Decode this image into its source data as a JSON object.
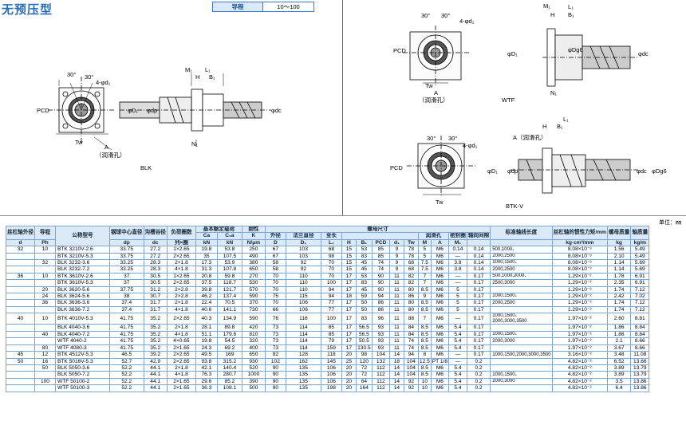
{
  "title": "无预压型",
  "lead_box": {
    "label": "导程",
    "value": "10～100"
  },
  "fig_labels": {
    "blk": "BLK",
    "wtf": "WTF",
    "btkv": "BTK-V",
    "unit": "单位：㎜",
    "ang30": "30°",
    "pcd": "PCD",
    "tw": "Tw",
    "a_oil": "A",
    "oil": "（润滑孔）",
    "d1": "4-φd₁",
    "phiD1": "φD₁",
    "phidp": "φdp",
    "phidc": "φdc",
    "phiDg6": "φDg6",
    "phiDg6b": "φDg6",
    "M1": "M₁",
    "L1": "L₁",
    "H": "H",
    "B1": "B₁",
    "N1": "N₁",
    "A_oil2": "A（润滑孔）"
  },
  "headers": {
    "shaft_dia": "丝杠轴外径",
    "lead": "导程",
    "model": "公称型号",
    "ball_center": "钢球中心直径",
    "groove_dia": "沟槽谷径",
    "loop": "负荷圈数",
    "rows": "列×圈",
    "load": "基本额定载荷",
    "stiff": "刚性",
    "nut_dims": "螺母尺寸",
    "outer": "外径",
    "flange": "法兰直径",
    "total_len": "全长",
    "oil_hole": "润滑孔",
    "seal": "密封圈",
    "shaft_axial": "轴向间隙",
    "std_len": "标准轴线长度",
    "inertia": "丝杠轴的惯性力矩/mm",
    "nut_mass": "螺母质量",
    "shaft_mass": "轴质量",
    "d": "d",
    "Ph": "Ph",
    "dp": "dp",
    "dc": "dc",
    "Ca": "Ca",
    "kN1": "kN",
    "C0a": "C₀a",
    "kN2": "kN",
    "K": "K",
    "Nmu": "N/μm",
    "D": "D",
    "D1": "D₁",
    "L1": "L₁",
    "H": "H",
    "B1": "B₁",
    "PCD": "PCD",
    "d1": "d₁",
    "Tw": "Tw",
    "Mh": "M",
    "A": "A",
    "M1": "M₁",
    "inertia_u": "kg·cm²/mm",
    "kg1": "kg",
    "kgm": "kg/m"
  },
  "rows": [
    {
      "d": "32",
      "ph": "10",
      "model": "BTK 3210V-2.6",
      "dp": "33.75",
      "dc": "27.2",
      "rows": "1×2.65",
      "ca": "19.8",
      "c0a": "53.8",
      "k": "250",
      "D": "67",
      "D1": "103",
      "L1": "68",
      "H": "15",
      "B1": "53",
      "PCD": "85",
      "d1": "9",
      "Tw": "78",
      "Mh": "5",
      "A": "M6",
      "M1": "0.14",
      "ax": "0.14",
      "len": "500,1000、",
      "inertia": "8.08×10⁻³",
      "nm": "1.56",
      "sm": "5.49"
    },
    {
      "d": "",
      "ph": "",
      "model": "BTK 3210V-5.3",
      "dp": "33.75",
      "dc": "27.2",
      "rows": "2×2.65",
      "ca": "35",
      "c0a": "107.5",
      "k": "490",
      "D": "67",
      "D1": "103",
      "L1": "98",
      "H": "15",
      "B1": "83",
      "PCD": "85",
      "d1": "9",
      "Tw": "78",
      "Mh": "5",
      "A": "M6",
      "M1": "—",
      "ax": "0.14",
      "len": "2000,2500",
      "inertia": "8.08×10⁻³",
      "nm": "2.10",
      "sm": "5.49"
    },
    {
      "d": "",
      "ph": "32",
      "model": "BLK 3232-3.6",
      "dp": "33.25",
      "dc": "28.3",
      "rows": "2×1.8",
      "ca": "17.3",
      "c0a": "53.9",
      "k": "380",
      "D": "58",
      "D1": "92",
      "L1": "70",
      "H": "15",
      "B1": "45",
      "PCD": "74",
      "d1": "9",
      "Tw": "68",
      "Mh": "7.5",
      "A": "M6",
      "M1": "3.8",
      "ax": "0.14",
      "len": "1000,1500、",
      "inertia": "8.08×10⁻³",
      "nm": "1.14",
      "sm": "5.69"
    },
    {
      "d": "",
      "ph": "",
      "model": "BLK 3232-7.2",
      "dp": "33.25",
      "dc": "28.3",
      "rows": "4×1.8",
      "ca": "31.3",
      "c0a": "107.8",
      "k": "650",
      "D": "58",
      "D1": "92",
      "L1": "70",
      "H": "15",
      "B1": "45",
      "PCD": "74",
      "d1": "9",
      "Tw": "68",
      "Mh": "7.5",
      "A": "M6",
      "M1": "3.8",
      "ax": "0.14",
      "len": "2000,2500",
      "inertia": "8.08×10⁻³",
      "nm": "1.14",
      "sm": "5.69"
    },
    {
      "d": "36",
      "ph": "10",
      "model": "BTK 3610V-2.6",
      "dp": "37",
      "dc": "30.5",
      "rows": "1×2.65",
      "ca": "20.8",
      "c0a": "59.8",
      "k": "270",
      "D": "70",
      "D1": "110",
      "L1": "70",
      "H": "17",
      "B1": "53",
      "PCD": "90",
      "d1": "11",
      "Tw": "82",
      "Mh": "7",
      "A": "M6",
      "M1": "—",
      "ax": "0.17",
      "len": "500,1000,2000、",
      "inertia": "1.29×10⁻²",
      "nm": "1.78",
      "sm": "6.91"
    },
    {
      "d": "",
      "ph": "",
      "model": "BTK 3610V-5.3",
      "dp": "37",
      "dc": "30.5",
      "rows": "2×2.65",
      "ca": "37.5",
      "c0a": "118.7",
      "k": "530",
      "D": "70",
      "D1": "110",
      "L1": "100",
      "H": "17",
      "B1": "83",
      "PCD": "90",
      "d1": "11",
      "Tw": "82",
      "Mh": "7",
      "A": "M6",
      "M1": "—",
      "ax": "0.17",
      "len": "2500,3000",
      "inertia": "1.29×10⁻²",
      "nm": "2.35",
      "sm": "6.91"
    },
    {
      "d": "",
      "ph": "20",
      "model": "BLK 3620-5.6",
      "dp": "37.75",
      "dc": "31.2",
      "rows": "2×2.8",
      "ca": "39.8",
      "c0a": "121.7",
      "k": "570",
      "D": "70",
      "D1": "110",
      "L1": "94",
      "H": "17",
      "B1": "45",
      "PCD": "90",
      "d1": "11",
      "Tw": "80",
      "Mh": "8.5",
      "A": "M6",
      "M1": "5",
      "ax": "0.17",
      "len": "",
      "inertia": "1.29×10⁻²",
      "nm": "1.74",
      "sm": "7.12"
    },
    {
      "d": "",
      "ph": "24",
      "model": "BLK 3624-5.6",
      "dp": "38",
      "dc": "30.7",
      "rows": "2×2.8",
      "ca": "46.2",
      "c0a": "137.4",
      "k": "590",
      "D": "75",
      "D1": "115",
      "L1": "94",
      "H": "18",
      "B1": "59",
      "PCD": "94",
      "d1": "11",
      "Tw": "86",
      "Mh": "9",
      "A": "M6",
      "M1": "5",
      "ax": "0.17",
      "len": "1000,1500、",
      "inertia": "1.29×10⁻²",
      "nm": "2.42",
      "sm": "7.02"
    },
    {
      "d": "",
      "ph": "36",
      "model": "BLK 3636-3.6",
      "dp": "37.4",
      "dc": "31.7",
      "rows": "2×1.8",
      "ca": "22.4",
      "c0a": "70.5",
      "k": "370",
      "D": "70",
      "D1": "106",
      "L1": "77",
      "H": "17",
      "B1": "50",
      "PCD": "86",
      "d1": "11",
      "Tw": "80",
      "Mh": "8.5",
      "A": "M6",
      "M1": "5",
      "ax": "0.17",
      "len": "2000,2500",
      "inertia": "1.29×10⁻²",
      "nm": "1.74",
      "sm": "7.12"
    },
    {
      "d": "",
      "ph": "",
      "model": "BLK 3636-7.2",
      "dp": "37.4",
      "dc": "31.7",
      "rows": "4×1.8",
      "ca": "40.6",
      "c0a": "141.1",
      "k": "730",
      "D": "66",
      "D1": "106",
      "L1": "77",
      "H": "17",
      "B1": "50",
      "PCD": "86",
      "d1": "11",
      "Tw": "80",
      "Mh": "8.5",
      "A": "M6",
      "M1": "5",
      "ax": "0.17",
      "len": "",
      "inertia": "1.29×10⁻²",
      "nm": "1.74",
      "sm": "7.12"
    },
    {
      "d": "40",
      "ph": "10",
      "model": "BTK 4010V-5.3",
      "dp": "41.75",
      "dc": "35.2",
      "rows": "2×2.65",
      "ca": "40.3",
      "c0a": "134.9",
      "k": "590",
      "D": "76",
      "D1": "116",
      "L1": "100",
      "H": "17",
      "B1": "83",
      "PCD": "96",
      "d1": "11",
      "Tw": "88",
      "Mh": "7",
      "A": "M6",
      "M1": "—",
      "ax": "0.17",
      "len": "1000,1500、2000,3000,3500",
      "inertia": "1.97×10⁻²",
      "nm": "2.60",
      "sm": "8.81"
    },
    {
      "d": "",
      "ph": "",
      "model": "BLK 4040-3.6",
      "dp": "41.75",
      "dc": "35.2",
      "rows": "2×1.8",
      "ca": "28.1",
      "c0a": "89.8",
      "k": "420",
      "D": "73",
      "D1": "114",
      "L1": "85",
      "H": "17",
      "B1": "56.5",
      "PCD": "93",
      "d1": "11",
      "Tw": "84",
      "Mh": "8.5",
      "A": "M6",
      "M1": "5.4",
      "ax": "0.17",
      "len": "",
      "inertia": "1.97×10⁻²",
      "nm": "1.86",
      "sm": "8.84"
    },
    {
      "d": "",
      "ph": "40",
      "model": "BLK 4040-7.2",
      "dp": "41.75",
      "dc": "35.2",
      "rows": "4×1.8",
      "ca": "51.1",
      "c0a": "179.6",
      "k": "810",
      "D": "73",
      "D1": "114",
      "L1": "85",
      "H": "17",
      "B1": "56.5",
      "PCD": "93",
      "d1": "11",
      "Tw": "84",
      "Mh": "8.5",
      "A": "M6",
      "M1": "5.4",
      "ax": "0.17",
      "len": "1000,1500、",
      "inertia": "1.97×10⁻²",
      "nm": "1.86",
      "sm": "8.84"
    },
    {
      "d": "",
      "ph": "",
      "model": "WTF 4040-2",
      "dp": "41.75",
      "dc": "35.2",
      "rows": "4×0.65",
      "ca": "19.8",
      "c0a": "54.5",
      "k": "320",
      "D": "73",
      "D1": "114",
      "L1": "79",
      "H": "17",
      "B1": "50.5",
      "PCD": "93",
      "d1": "11",
      "Tw": "74",
      "Mh": "8.5",
      "A": "M6",
      "M1": "5.4",
      "ax": "0.17",
      "len": "2000,3000",
      "inertia": "1.97×10⁻²",
      "nm": "2.1",
      "sm": "8.66"
    },
    {
      "d": "",
      "ph": "80",
      "model": "WTF 4080-3",
      "dp": "41.75",
      "dc": "35.2",
      "rows": "2×1.65",
      "ca": "24.3",
      "c0a": "69.2",
      "k": "400",
      "D": "73",
      "D1": "114",
      "L1": "159",
      "H": "17",
      "B1": "130.5",
      "PCD": "93",
      "d1": "11",
      "Tw": "74",
      "Mh": "8.5",
      "A": "M6",
      "M1": "5.4",
      "ax": "0.17",
      "len": "",
      "inertia": "1.97×10⁻²",
      "nm": "3.67",
      "sm": "8.66"
    },
    {
      "d": "45",
      "ph": "12",
      "model": "BTK 4512V-5.3",
      "dp": "46.5",
      "dc": "39.2",
      "rows": "2×2.65",
      "ca": "49.5",
      "c0a": "169",
      "k": "650",
      "D": "82",
      "D1": "128",
      "L1": "118",
      "H": "20",
      "B1": "98",
      "PCD": "104",
      "d1": "14",
      "Tw": "94",
      "Mh": "8",
      "A": "M6",
      "M1": "—",
      "ax": "0.17",
      "len": "1000,1500,2000,3000,3500",
      "inertia": "3.16×10⁻²",
      "nm": "3.48",
      "sm": "11.08"
    },
    {
      "d": "50",
      "ph": "16",
      "model": "BTK 5016V-5.3",
      "dp": "52.7",
      "dc": "42.9",
      "rows": "2×2.65",
      "ca": "93.8",
      "c0a": "315.2",
      "k": "930",
      "D": "102",
      "D1": "162",
      "L1": "145",
      "H": "25",
      "B1": "120",
      "PCD": "132",
      "d1": "18",
      "Tw": "104",
      "Mh": "12.5",
      "A": "PT 1/8",
      "M1": "—",
      "ax": "0.2",
      "len": "",
      "inertia": "4.82×10⁻²",
      "nm": "6.52",
      "sm": "13.66"
    },
    {
      "d": "",
      "ph": "50",
      "model": "BLK 5050-3.6",
      "dp": "52.2",
      "dc": "44.1",
      "rows": "2×1.8",
      "ca": "42.1",
      "c0a": "140.4",
      "k": "520",
      "D": "90",
      "D1": "135",
      "L1": "106",
      "H": "20",
      "B1": "72",
      "PCD": "112",
      "d1": "14",
      "Tw": "104",
      "Mh": "8.5",
      "A": "M6",
      "M1": "5.4",
      "ax": "0.2",
      "len": "",
      "inertia": "4.82×10⁻²",
      "nm": "3.89",
      "sm": "13.79"
    },
    {
      "d": "",
      "ph": "",
      "model": "BLK 5050-7.2",
      "dp": "52.2",
      "dc": "44.1",
      "rows": "4×1.8",
      "ca": "76.3",
      "c0a": "280.7",
      "k": "1000",
      "D": "90",
      "D1": "135",
      "L1": "106",
      "H": "20",
      "B1": "72",
      "PCD": "112",
      "d1": "14",
      "Tw": "104",
      "Mh": "8.5",
      "A": "M6",
      "M1": "5.4",
      "ax": "0.2",
      "len": "1000,1500、",
      "inertia": "4.82×10⁻²",
      "nm": "3.89",
      "sm": "13.79"
    },
    {
      "d": "",
      "ph": "100",
      "model": "WTF 50100-2",
      "dp": "52.2",
      "dc": "44.1",
      "rows": "2×1.65",
      "ca": "29.6",
      "c0a": "85.2",
      "k": "390",
      "D": "90",
      "D1": "135",
      "L1": "106",
      "H": "20",
      "B1": "64",
      "PCD": "112",
      "d1": "14",
      "Tw": "92",
      "Mh": "10",
      "A": "M6",
      "M1": "5.4",
      "ax": "0.2",
      "len": "2000,3000",
      "inertia": "4.82×10⁻²",
      "nm": "3.5",
      "sm": "13.86"
    },
    {
      "d": "",
      "ph": "",
      "model": "WTF 50100-3",
      "dp": "52.2",
      "dc": "44.1",
      "rows": "2×1.65",
      "ca": "36.3",
      "c0a": "108.1",
      "k": "500",
      "D": "90",
      "D1": "135",
      "L1": "198",
      "H": "20",
      "B1": "164",
      "PCD": "112",
      "d1": "14",
      "Tw": "92",
      "Mh": "10",
      "A": "M6",
      "M1": "5.4",
      "ax": "0.2",
      "len": "",
      "inertia": "4.82×10⁻²",
      "nm": "6.4",
      "sm": "13.86"
    }
  ]
}
